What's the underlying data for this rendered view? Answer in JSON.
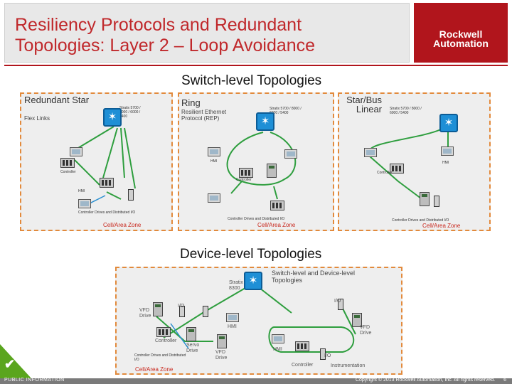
{
  "header": {
    "title_line1": "Resiliency Protocols and Redundant",
    "title_line2": "Topologies: Layer 2 – Loop Avoidance",
    "logo_line1": "Rockwell",
    "logo_line2": "Automation",
    "brand_color": "#b1151c",
    "title_color": "#c0282b"
  },
  "switch_level": {
    "heading": "Switch-level Topologies",
    "redundant_star": {
      "title": "Redundant Star",
      "subtitle": "Flex Links",
      "switch_note": "Stratix 5700 / 8000 / 6000 / 5400",
      "labels": {
        "controller": "Controller",
        "hmi": "HMI",
        "bottom": "Controller Drives and Distributed I/O"
      },
      "zone": "Cell/Area Zone"
    },
    "ring": {
      "title": "Ring",
      "subtitle": "Resilient Ethernet Protocol (REP)",
      "switch_note": "Stratix 5700 / 8000 / 6000 / 5400",
      "labels": {
        "hmi": "HMI",
        "controller": "Controller",
        "bottom": "Controller Drives and Distributed I/O"
      },
      "zone": "Cell/Area Zone"
    },
    "linear": {
      "title": "Star/Bus Linear",
      "switch_note": "Stratix 5700 / 8000 / 6000 / 5400",
      "labels": {
        "hmi": "HMI",
        "controller": "Controller",
        "bottom": "Controller Drives and Distributed I/O"
      },
      "zone": "Cell/Area Zone"
    }
  },
  "device_level": {
    "heading": "Device-level Topologies",
    "note": "Switch-level and Device-level Topologies",
    "switch_label": "Stratix 8300",
    "labels": {
      "vfd_drive": "VFD Drive",
      "io": "I/O",
      "controller": "Controller",
      "servo_drive": "Servo Drive",
      "hmi": "HMI",
      "instrumentation": "Instrumentation",
      "bottom": "Controller Drives and Distributed I/O"
    },
    "zone": "Cell/Area Zone"
  },
  "footer": {
    "left": "PUBLIC INFORMATION",
    "right": "Copyright © 2013 Rockwell Automation, Inc. All rights reserved.",
    "page": "6"
  }
}
